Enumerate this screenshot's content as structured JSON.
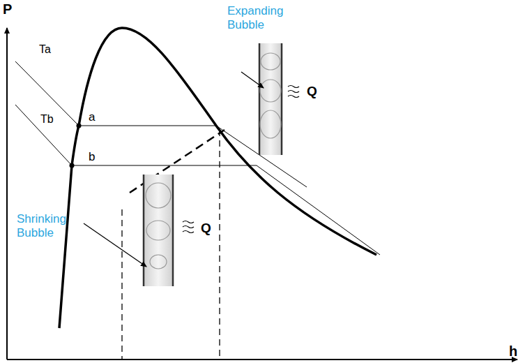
{
  "diagram": {
    "labels": [
      "P",
      "Expanding Bubble",
      "Q",
      "Ta",
      "a",
      "Tb",
      "b",
      "Shrinking Bubble",
      "Q",
      "h"
    ]
  }
}
